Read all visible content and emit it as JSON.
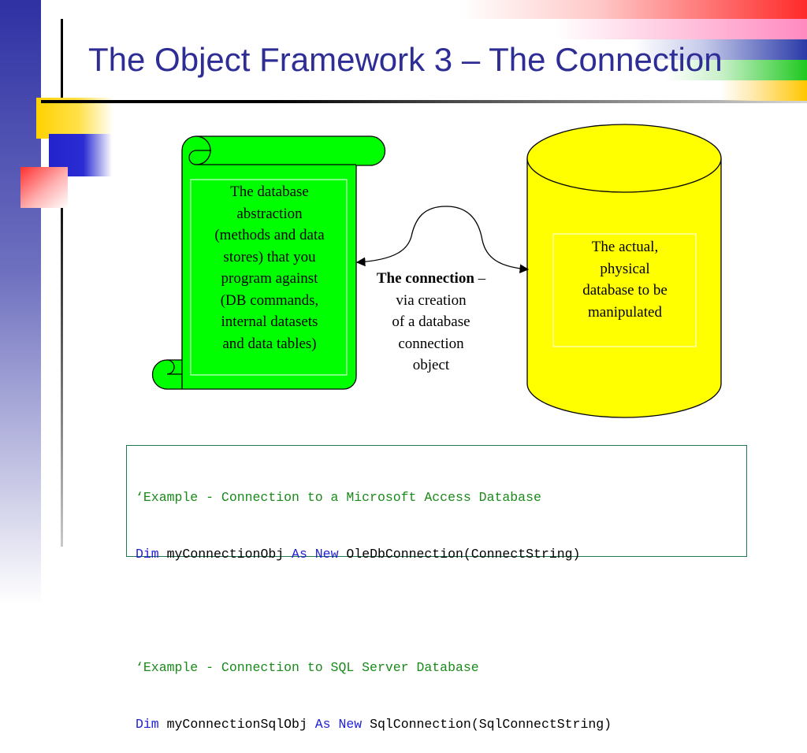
{
  "slide": {
    "title": "The Object Framework 3 – The Connection"
  },
  "diagram": {
    "scroll_text": [
      "The database",
      "abstraction",
      "(methods and data",
      "stores) that you",
      "program against",
      "(DB commands,",
      "internal datasets",
      "and data tables)"
    ],
    "database_text": [
      "The actual,",
      "physical",
      "database to be",
      "manipulated"
    ],
    "connection": {
      "bold": "The connection",
      "rest_line1": " –",
      "lines": [
        "via creation",
        "of a database",
        "connection",
        "object"
      ]
    },
    "colors": {
      "scroll_fill": "#00ff00",
      "database_fill": "#ffff00",
      "title": "#2d2d95",
      "code_comment": "#1a8a1a",
      "code_keyword": "#1f1fd6"
    }
  },
  "code": {
    "comment1": "‘Example - Connection to a Microsoft Access Database",
    "line2": {
      "kw1": "Dim",
      "var": " myConnectionObj ",
      "kw2": "As",
      "sp": " ",
      "kw3": "New",
      "rest": " OleDbConnection(ConnectString)"
    },
    "comment2": "‘Example - Connection to SQL Server Database",
    "line5": {
      "kw1": "Dim",
      "var": " myConnectionSqlObj ",
      "kw2": "As",
      "sp": " ",
      "kw3": "New",
      "rest": " SqlConnection(SqlConnectString)"
    }
  }
}
